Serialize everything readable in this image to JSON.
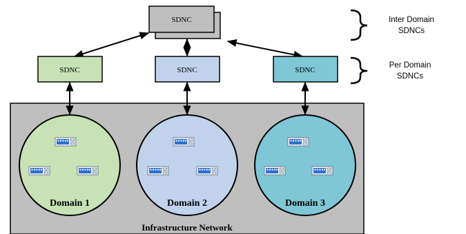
{
  "top_controller": {
    "label": "SDNC"
  },
  "domain_controllers": [
    {
      "label": "SDNC",
      "color": "#c7e2b4"
    },
    {
      "label": "SDNC",
      "color": "#c1d3ec"
    },
    {
      "label": "SDNC",
      "color": "#7fc6d6"
    }
  ],
  "annotations": {
    "inter_domain": {
      "line1": "Inter Domain",
      "line2": "SDNCs"
    },
    "per_domain": {
      "line1": "Per Domain",
      "line2": "SDNCs"
    }
  },
  "domains": [
    {
      "label": "Domain 1",
      "color": "#c7e2b4"
    },
    {
      "label": "Domain 2",
      "color": "#c1d3ec"
    },
    {
      "label": "Domain 3",
      "color": "#7fc6d6"
    }
  ],
  "infrastructure": {
    "label": "Infrastructure Network",
    "color": "#bfbfbf"
  },
  "icons": {
    "switch": "network-switch-icon"
  }
}
